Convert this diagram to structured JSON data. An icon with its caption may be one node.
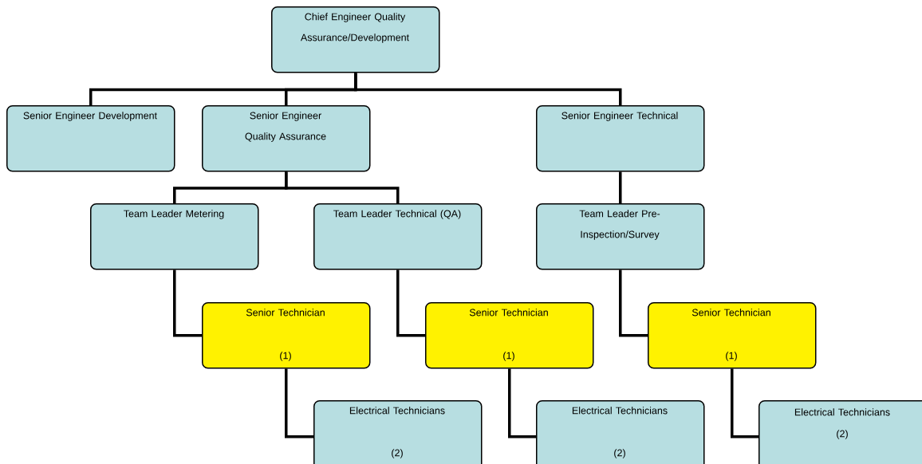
{
  "diagram": {
    "nodes": [
      {
        "text": [
          "Chief Engineer Quality Assurance/Development"
        ]
      },
      {
        "text": [
          "Senior Engineer Development"
        ]
      },
      {
        "text": [
          "Senior Engineer Quality Assurance"
        ]
      },
      {
        "text": [
          "Senior Engineer Technical"
        ]
      },
      {
        "text": [
          "Team Leader Metering"
        ]
      },
      {
        "text": [
          "Team Leader Technical (QA)"
        ]
      },
      {
        "text": [
          "Team Leader Pre-Inspection/Survey"
        ]
      },
      {
        "text": [
          "Senior Technician",
          "(1)"
        ]
      },
      {
        "text": [
          "Electrical Technicians",
          "(2)"
        ]
      },
      {
        "text": [
          "Senior Technician",
          "(1)"
        ]
      },
      {
        "text": [
          "Electrical Technicians",
          "(2)"
        ]
      },
      {
        "text": [
          "Senior Technician",
          "(1)"
        ]
      },
      {
        "text": [
          "Electrical Technicians",
          "(2)"
        ]
      }
    ],
    "edges": [
      {
        "from": 0,
        "to": 1,
        "arrow": "none"
      },
      {
        "from": 0,
        "to": 2,
        "arrow": "none"
      },
      {
        "from": 0,
        "to": 3,
        "arrow": "none"
      },
      {
        "from": 2,
        "to": 4,
        "arrow": "none"
      },
      {
        "from": 2,
        "to": 5,
        "arrow": "none"
      },
      {
        "from": 3,
        "to": 6,
        "arrow": "none"
      },
      {
        "from": 4,
        "to": 7,
        "arrow": "none"
      },
      {
        "from": 5,
        "to": 9,
        "arrow": "none"
      },
      {
        "from": 6,
        "to": 11,
        "arrow": "none"
      },
      {
        "from": 7,
        "to": 8,
        "arrow": "none"
      },
      {
        "from": 9,
        "to": 10,
        "arrow": "none"
      },
      {
        "from": 11,
        "to": 12,
        "arrow": "none"
      }
    ]
  }
}
